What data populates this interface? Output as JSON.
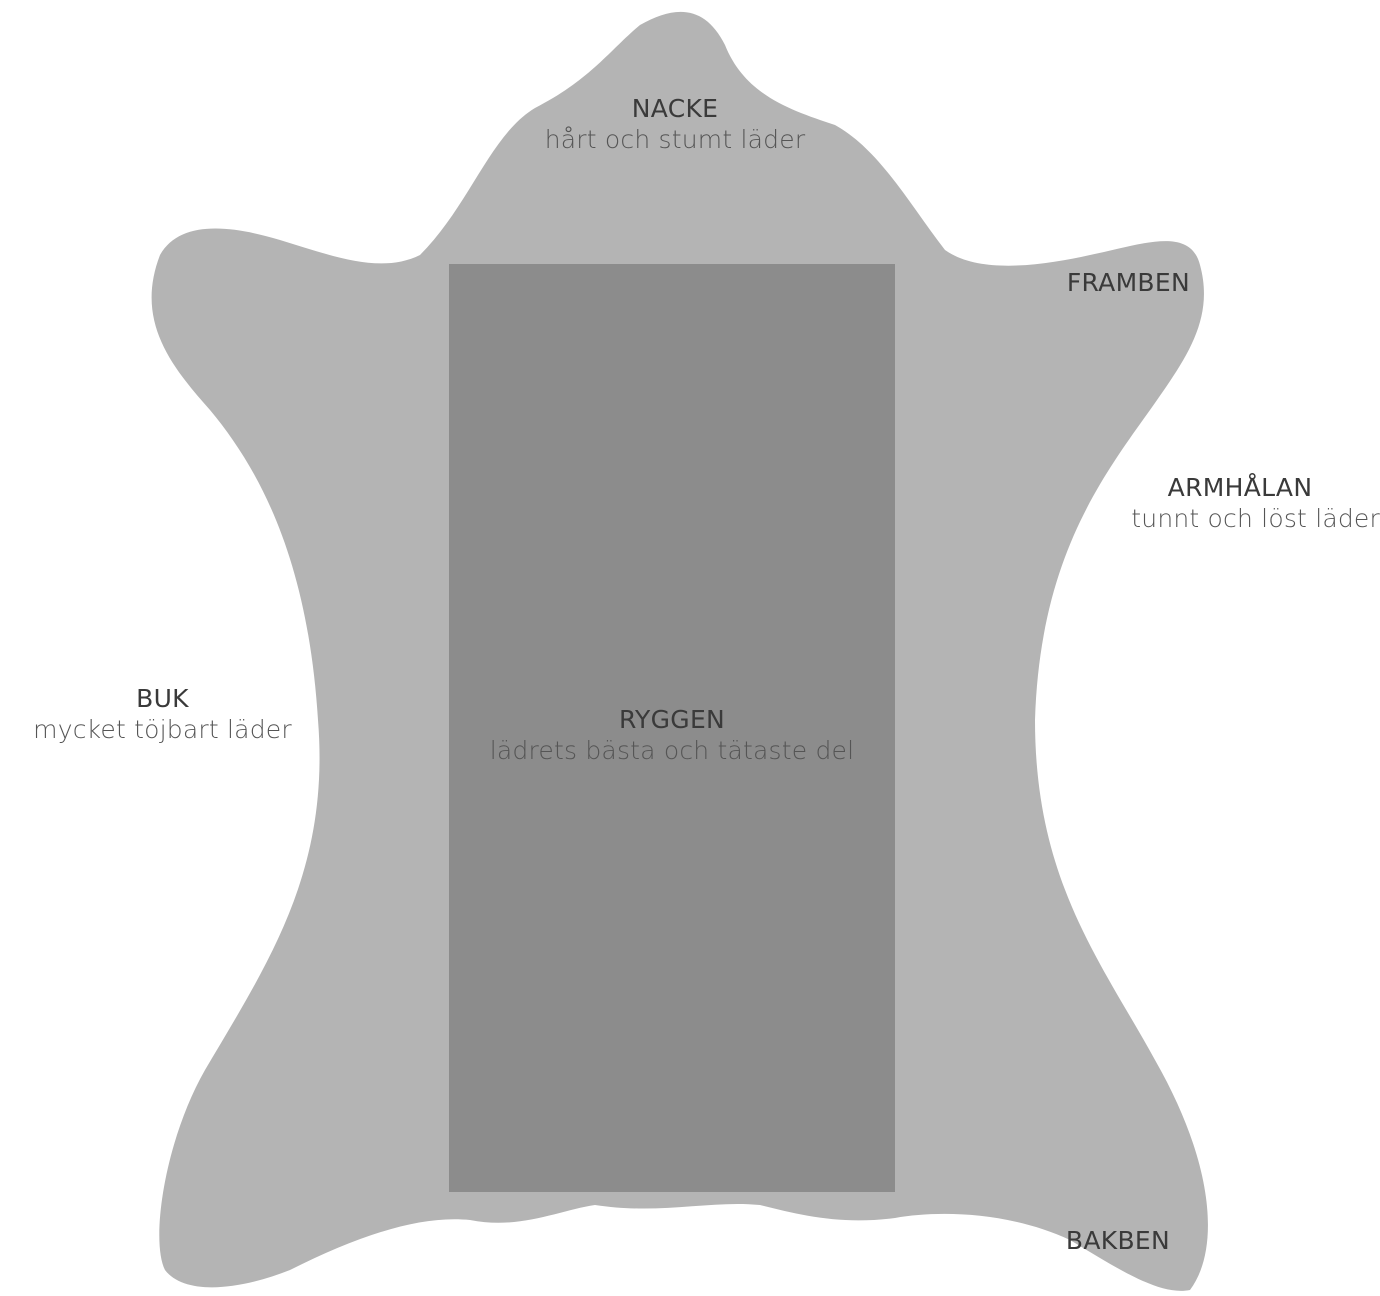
{
  "colors": {
    "background": "#ffffff",
    "hide": "#b4b4b4",
    "back_region": "#8c8c8c",
    "text": "#3a3a3a"
  },
  "regions": {
    "nacke": {
      "title": "NACKE",
      "desc": "hårt och stumt läder"
    },
    "framben": {
      "title": "FRAMBEN"
    },
    "armhalan": {
      "title": "ARMHÅLAN",
      "desc": "tunnt och löst läder"
    },
    "buk": {
      "title": "BUK",
      "desc": "mycket töjbart läder"
    },
    "ryggen": {
      "title": "RYGGEN",
      "desc": "lädrets bästa och tätaste del"
    },
    "bakben": {
      "title": "BAKBEN"
    }
  }
}
